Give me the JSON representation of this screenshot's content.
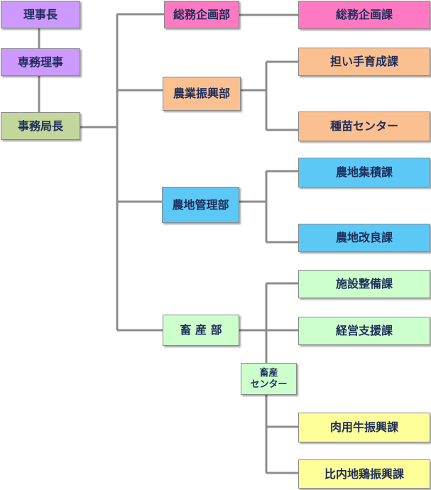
{
  "colors": {
    "line": "#8c8c8c",
    "executive": "#cc99ff",
    "secretariat": "#c3d69b",
    "general_affairs": "#ff79c2",
    "agriculture": "#fac090",
    "farmland": "#5bc8f5",
    "livestock": "#ccffcc",
    "livestock_sections": "#ffff99"
  },
  "executives": {
    "chairman": "理事長",
    "managing_director": "専務理事",
    "secretary_general": "事務局長"
  },
  "departments": {
    "general_affairs": "総務企画部",
    "agriculture_promotion": "農業振興部",
    "farmland_management": "農地管理部",
    "livestock": "畜 産 部"
  },
  "sections": {
    "general_planning": "総務企画課",
    "successor_training": "担い手育成課",
    "seedling_center": "種苗センター",
    "farmland_consolidation": "農地集積課",
    "farmland_improvement": "農地改良課",
    "facility_maintenance": "施設整備課",
    "management_support": "経営支援課",
    "beef_cattle_promotion": "肉用牛振興課",
    "hinaijidori_promotion": "比内地鶏振興課"
  },
  "livestock_center": {
    "line1": "畜産",
    "line2": "センター"
  }
}
